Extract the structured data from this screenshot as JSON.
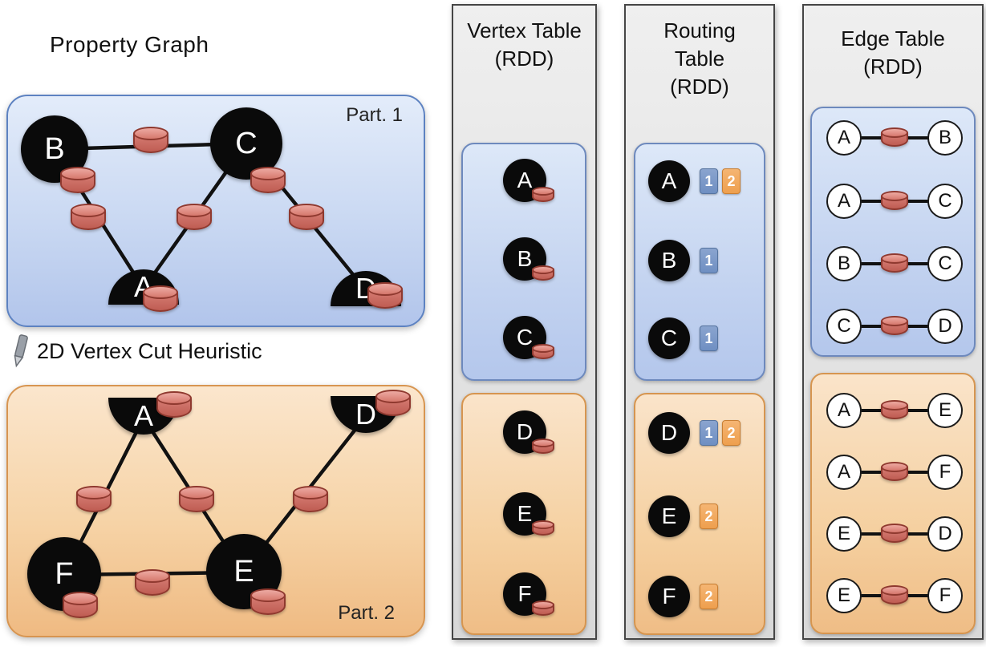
{
  "property_graph": {
    "title": "Property Graph",
    "cut_label": "2D Vertex Cut Heuristic",
    "part1": {
      "label": "Part. 1",
      "vertices": {
        "b": "B",
        "c": "C",
        "a": "A",
        "d": "D"
      },
      "edges": [
        [
          "B",
          "C"
        ],
        [
          "B",
          "A"
        ],
        [
          "C",
          "A"
        ],
        [
          "C",
          "D"
        ]
      ]
    },
    "part2": {
      "label": "Part. 2",
      "vertices": {
        "a": "A",
        "d": "D",
        "f": "F",
        "e": "E"
      },
      "edges": [
        [
          "A",
          "F"
        ],
        [
          "A",
          "E"
        ],
        [
          "F",
          "E"
        ],
        [
          "E",
          "D"
        ]
      ]
    }
  },
  "vertex_table": {
    "title": "Vertex Table",
    "subtitle": "(RDD)",
    "part1": [
      "A",
      "B",
      "C"
    ],
    "part2": [
      "D",
      "E",
      "F"
    ]
  },
  "routing_table": {
    "title_line1": "Routing",
    "title_line2": "Table",
    "subtitle": "(RDD)",
    "part1": [
      {
        "vertex": "A",
        "badges": [
          {
            "n": "1",
            "color": "blue"
          },
          {
            "n": "2",
            "color": "orange"
          }
        ]
      },
      {
        "vertex": "B",
        "badges": [
          {
            "n": "1",
            "color": "blue"
          }
        ]
      },
      {
        "vertex": "C",
        "badges": [
          {
            "n": "1",
            "color": "blue"
          }
        ]
      }
    ],
    "part2": [
      {
        "vertex": "D",
        "badges": [
          {
            "n": "1",
            "color": "blue"
          },
          {
            "n": "2",
            "color": "orange"
          }
        ]
      },
      {
        "vertex": "E",
        "badges": [
          {
            "n": "2",
            "color": "orange"
          }
        ]
      },
      {
        "vertex": "F",
        "badges": [
          {
            "n": "2",
            "color": "orange"
          }
        ]
      }
    ]
  },
  "edge_table": {
    "title": "Edge Table",
    "subtitle": "(RDD)",
    "part1": [
      {
        "src": "A",
        "dst": "B"
      },
      {
        "src": "A",
        "dst": "C"
      },
      {
        "src": "B",
        "dst": "C"
      },
      {
        "src": "C",
        "dst": "D"
      }
    ],
    "part2": [
      {
        "src": "A",
        "dst": "E"
      },
      {
        "src": "A",
        "dst": "F"
      },
      {
        "src": "E",
        "dst": "D"
      },
      {
        "src": "E",
        "dst": "F"
      }
    ]
  },
  "colors": {
    "partition1": "#c9d8f2",
    "partition2": "#f6d3a6",
    "badge_blue": "#6f8fc2",
    "badge_orange": "#ee9f4e",
    "cylinder": "#bf5d53"
  }
}
